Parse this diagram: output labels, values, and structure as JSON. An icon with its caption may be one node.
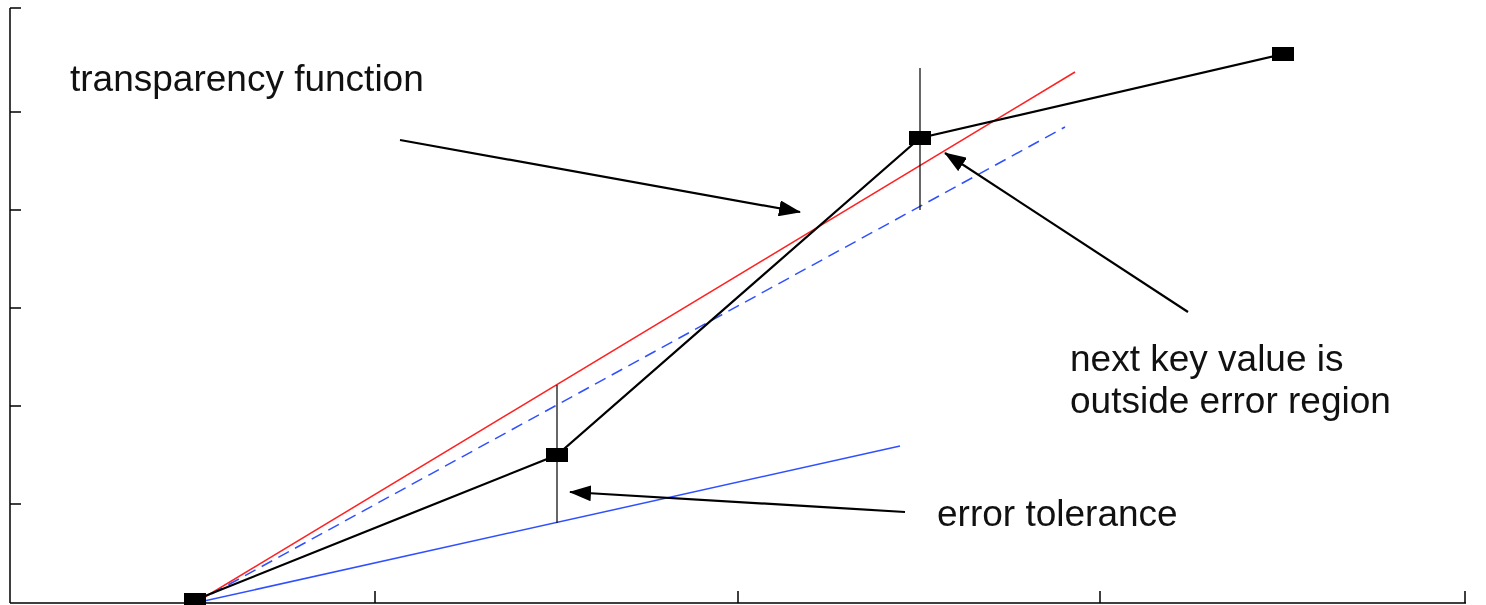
{
  "diagram": {
    "nodes": [
      {
        "text": [
          "transparency function"
        ]
      },
      {
        "text": [
          "next key value is outside error region"
        ]
      },
      {
        "text": [
          "error tolerance"
        ]
      }
    ],
    "edges": [
      {
        "from": 0,
        "to": null,
        "arrow": "to"
      },
      {
        "from": 1,
        "to": null,
        "arrow": "to"
      },
      {
        "from": 2,
        "to": null,
        "arrow": "to"
      }
    ]
  }
}
